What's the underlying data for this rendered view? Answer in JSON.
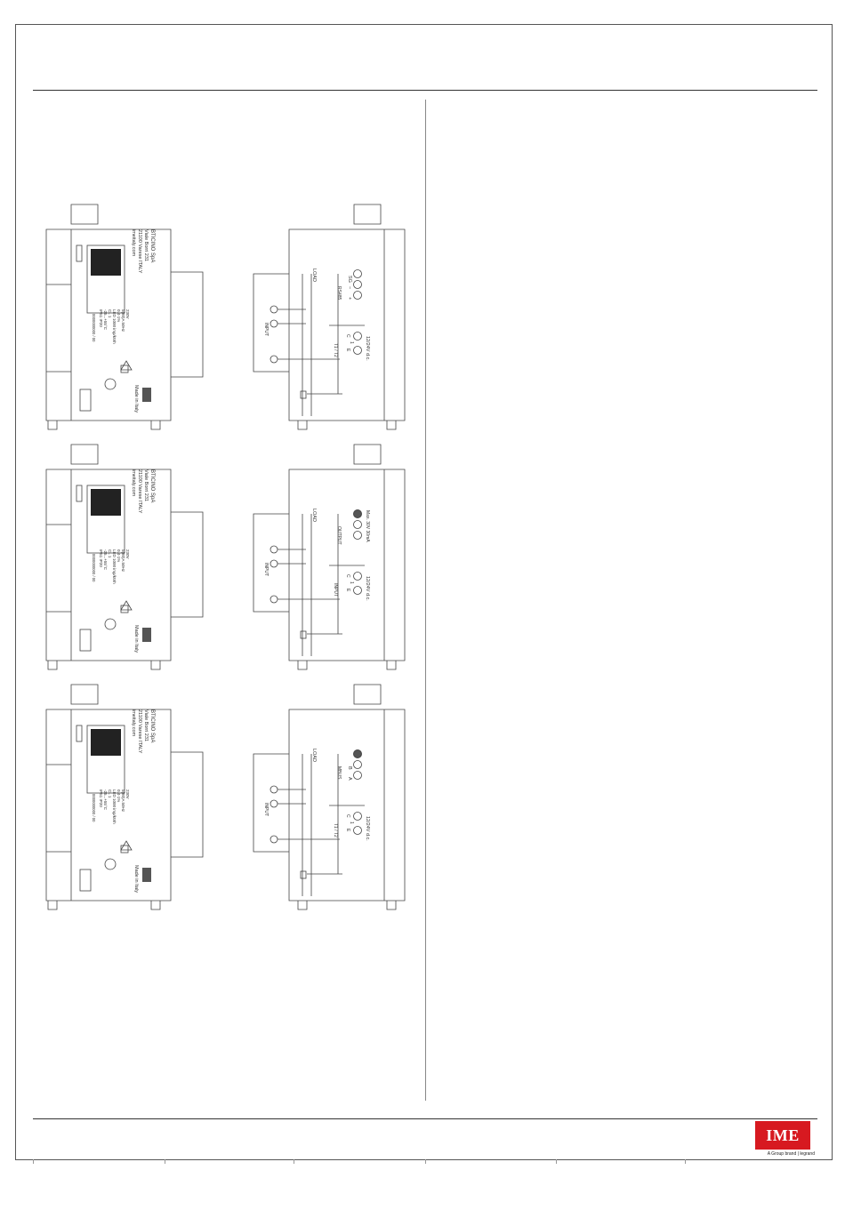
{
  "brand": {
    "logo_text": "IME",
    "tagline": "A Group brand | legrand",
    "accent_color": "#d71920"
  },
  "devices": [
    {
      "name": "device-1",
      "front": {
        "company": "BTICINO SpA",
        "address": "Viale Borri 231",
        "city": "21100 Varese ITALY",
        "web": "imeitaly.com",
        "specs": [
          "230V",
          "5(80)A 50Hz",
          "0.4-1%",
          "LED 1000 imp/kWh",
          "CL 1",
          "-25...+55°C",
          "IP51 IP20"
        ],
        "serial": "0000000000 / 00",
        "made_in": "Made in Italy",
        "badge": "IME"
      },
      "side": {
        "load_label": "LOAD",
        "input_label": "INPUT",
        "bus_label": "RS485",
        "terminals": [
          "SG",
          "−",
          "+"
        ],
        "tarif_label": "T1 / T2",
        "tarif_terminals": [
          "C",
          "1",
          "E"
        ],
        "supply": "12/24V d.c."
      }
    },
    {
      "name": "device-2",
      "front": {
        "company": "BTICINO SpA",
        "address": "Viale Borri 231",
        "city": "21100 Varese ITALY",
        "web": "imeitaly.com",
        "specs": [
          "230V",
          "5(80)A 50Hz",
          "0.4-1%",
          "LED 1000 imp/kWh",
          "CL 1",
          "-25...+55°C",
          "IP51 IP20"
        ],
        "serial": "0000000000 / 00",
        "made_in": "Made in Italy",
        "badge": "IME"
      },
      "side": {
        "load_label": "LOAD",
        "input_label": "INPUT",
        "bus_label": "OUTPUT",
        "terminals": [
          "",
          "",
          ""
        ],
        "tarif_label": "INPUT",
        "tarif_terminals": [
          "C",
          "1",
          "E"
        ],
        "supply": "12/24V d.c.",
        "output_rating": "Max. 30V 30mA"
      }
    },
    {
      "name": "device-3",
      "front": {
        "company": "BTICINO SpA",
        "address": "Viale Borri 231",
        "city": "21100 Varese ITALY",
        "web": "imeitaly.com",
        "specs": [
          "230V",
          "5(80)A 50Hz",
          "0.4-1%",
          "LED 1000 imp/kWh",
          "CL 1",
          "-25...+55°C",
          "IP51 IP20"
        ],
        "serial": "0000000000 / 00",
        "made_in": "Made in Italy",
        "badge": "IME"
      },
      "side": {
        "load_label": "LOAD",
        "input_label": "INPUT",
        "bus_label": "MBUS",
        "terminals": [
          "",
          "B",
          "A"
        ],
        "tarif_label": "T1 / T2",
        "tarif_terminals": [
          "C",
          "1",
          "E"
        ],
        "supply": "12/24V d.c."
      }
    }
  ]
}
